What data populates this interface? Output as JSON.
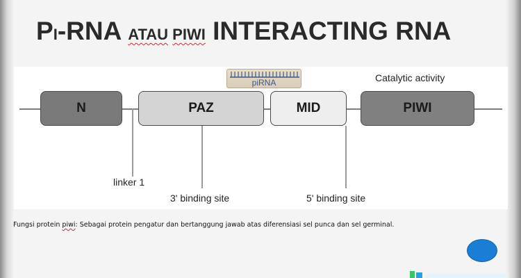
{
  "slide": {
    "title_p1": "P",
    "title_p2": "I",
    "title_p3": "-RNA ",
    "title_p4": "ATAU",
    "title_p5": " ",
    "title_p6": "PIWI",
    "title_p7": " INTERACTING RNA"
  },
  "diagram": {
    "domains": [
      "N",
      "PAZ",
      "MID",
      "PIWI"
    ],
    "labels": {
      "linker": "linker 1",
      "site3": "3' binding site",
      "site5": "5' binding site",
      "catalytic": "Catalytic activity"
    },
    "pirna_label": "piRNA"
  },
  "footnote": {
    "part1": "Fungsi protein ",
    "part2": "piwi",
    "part3": ": Sebagai protein pengatur dan bertanggung jawab atas diferensiasi sel punca dan sel germinal."
  },
  "colors": {
    "nav_button": "#1a7fd4",
    "domain_dark": "#7a7a7a",
    "domain_light": "#d4d4d4"
  },
  "icons": {
    "nav": "blue-circle-button",
    "pirna": "rna-strand-icon",
    "corner": "corner-logo-icon"
  }
}
